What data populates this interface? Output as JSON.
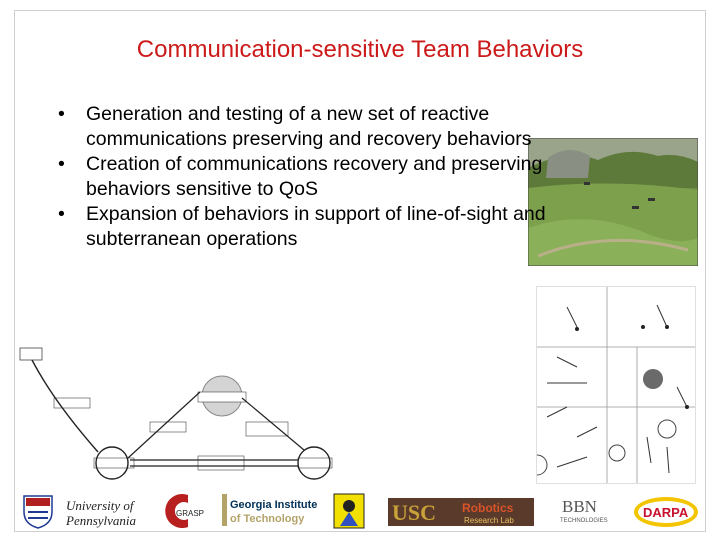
{
  "title": "Communication-sensitive Team Behaviors",
  "bullets": [
    "Generation and testing of a new set of reactive communications preserving and recovery behaviors",
    "Creation of communications recovery and preserving behaviors sensitive to QoS",
    "Expansion of behaviors in support of line-of-sight and subterranean operations"
  ],
  "bullet_glyph": "•",
  "logos": {
    "penn_line1": "University of",
    "penn_line2": "Pennsylvania",
    "grasp": "GRASP",
    "georgia_line1": "Georgia Institute",
    "georgia_line2": "of Technology",
    "usc_robotics": "Robotics",
    "usc_lab": "Research Lab",
    "bbn": "BBN",
    "bbn_sub": "TECHNOLOGIES",
    "darpa": "DARPA"
  },
  "colors": {
    "title": "#cc1a1a",
    "darpa_red": "#c8102e",
    "darpa_yellow": "#f2c500"
  }
}
